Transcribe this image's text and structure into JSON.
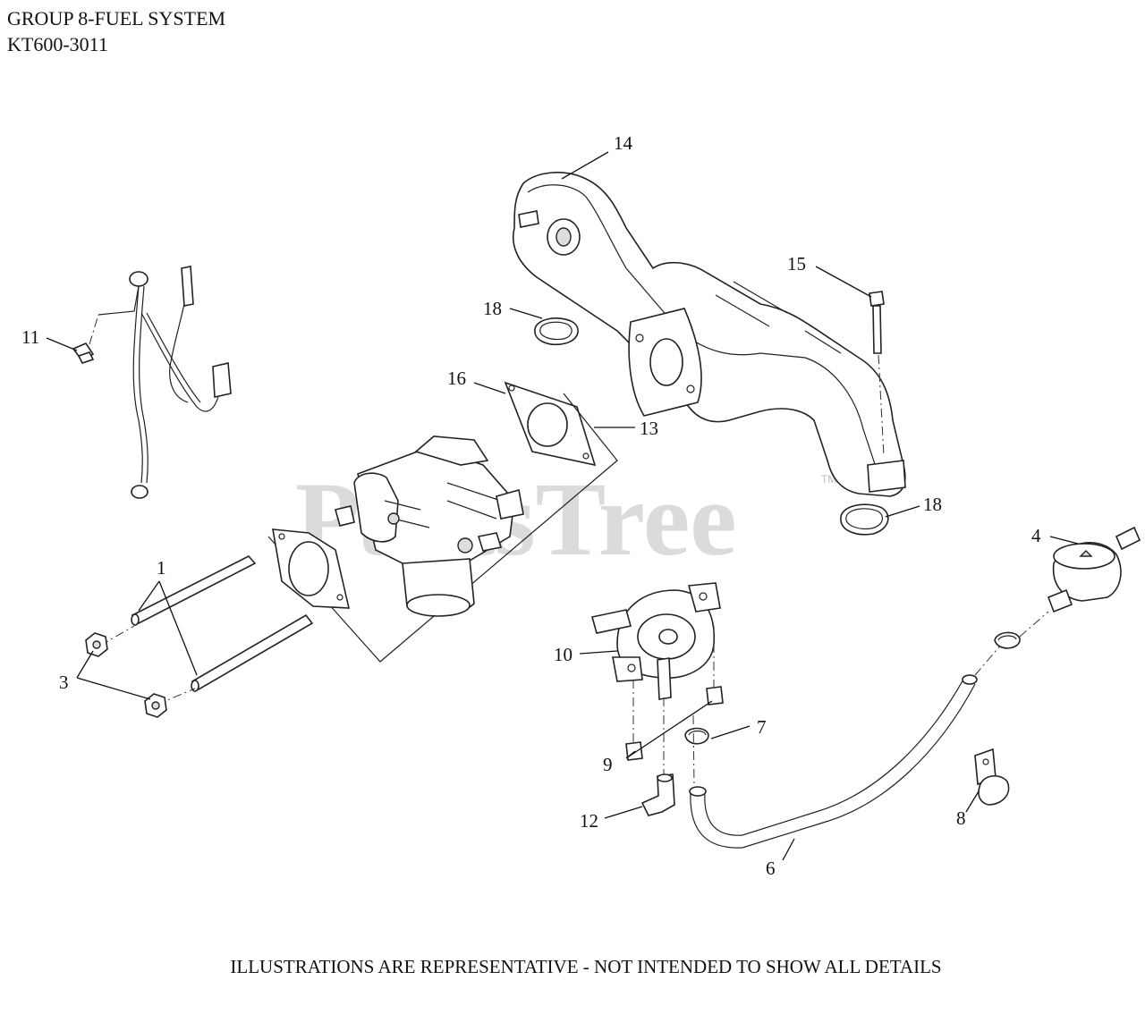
{
  "header": {
    "title": "GROUP 8-FUEL SYSTEM",
    "model": "KT600-3011"
  },
  "watermark": "PartsTree",
  "watermark_mark": "TM",
  "callouts": {
    "c1": "1",
    "c3": "3",
    "c4": "4",
    "c6": "6",
    "c7": "7",
    "c8": "8",
    "c9": "9",
    "c10": "10",
    "c11": "11",
    "c12": "12",
    "c13": "13",
    "c14": "14",
    "c15": "15",
    "c16": "16",
    "c18a": "18",
    "c18b": "18"
  },
  "footer": {
    "note": "ILLUSTRATIONS ARE REPRESENTATIVE - NOT INTENDED TO SHOW ALL DETAILS"
  }
}
